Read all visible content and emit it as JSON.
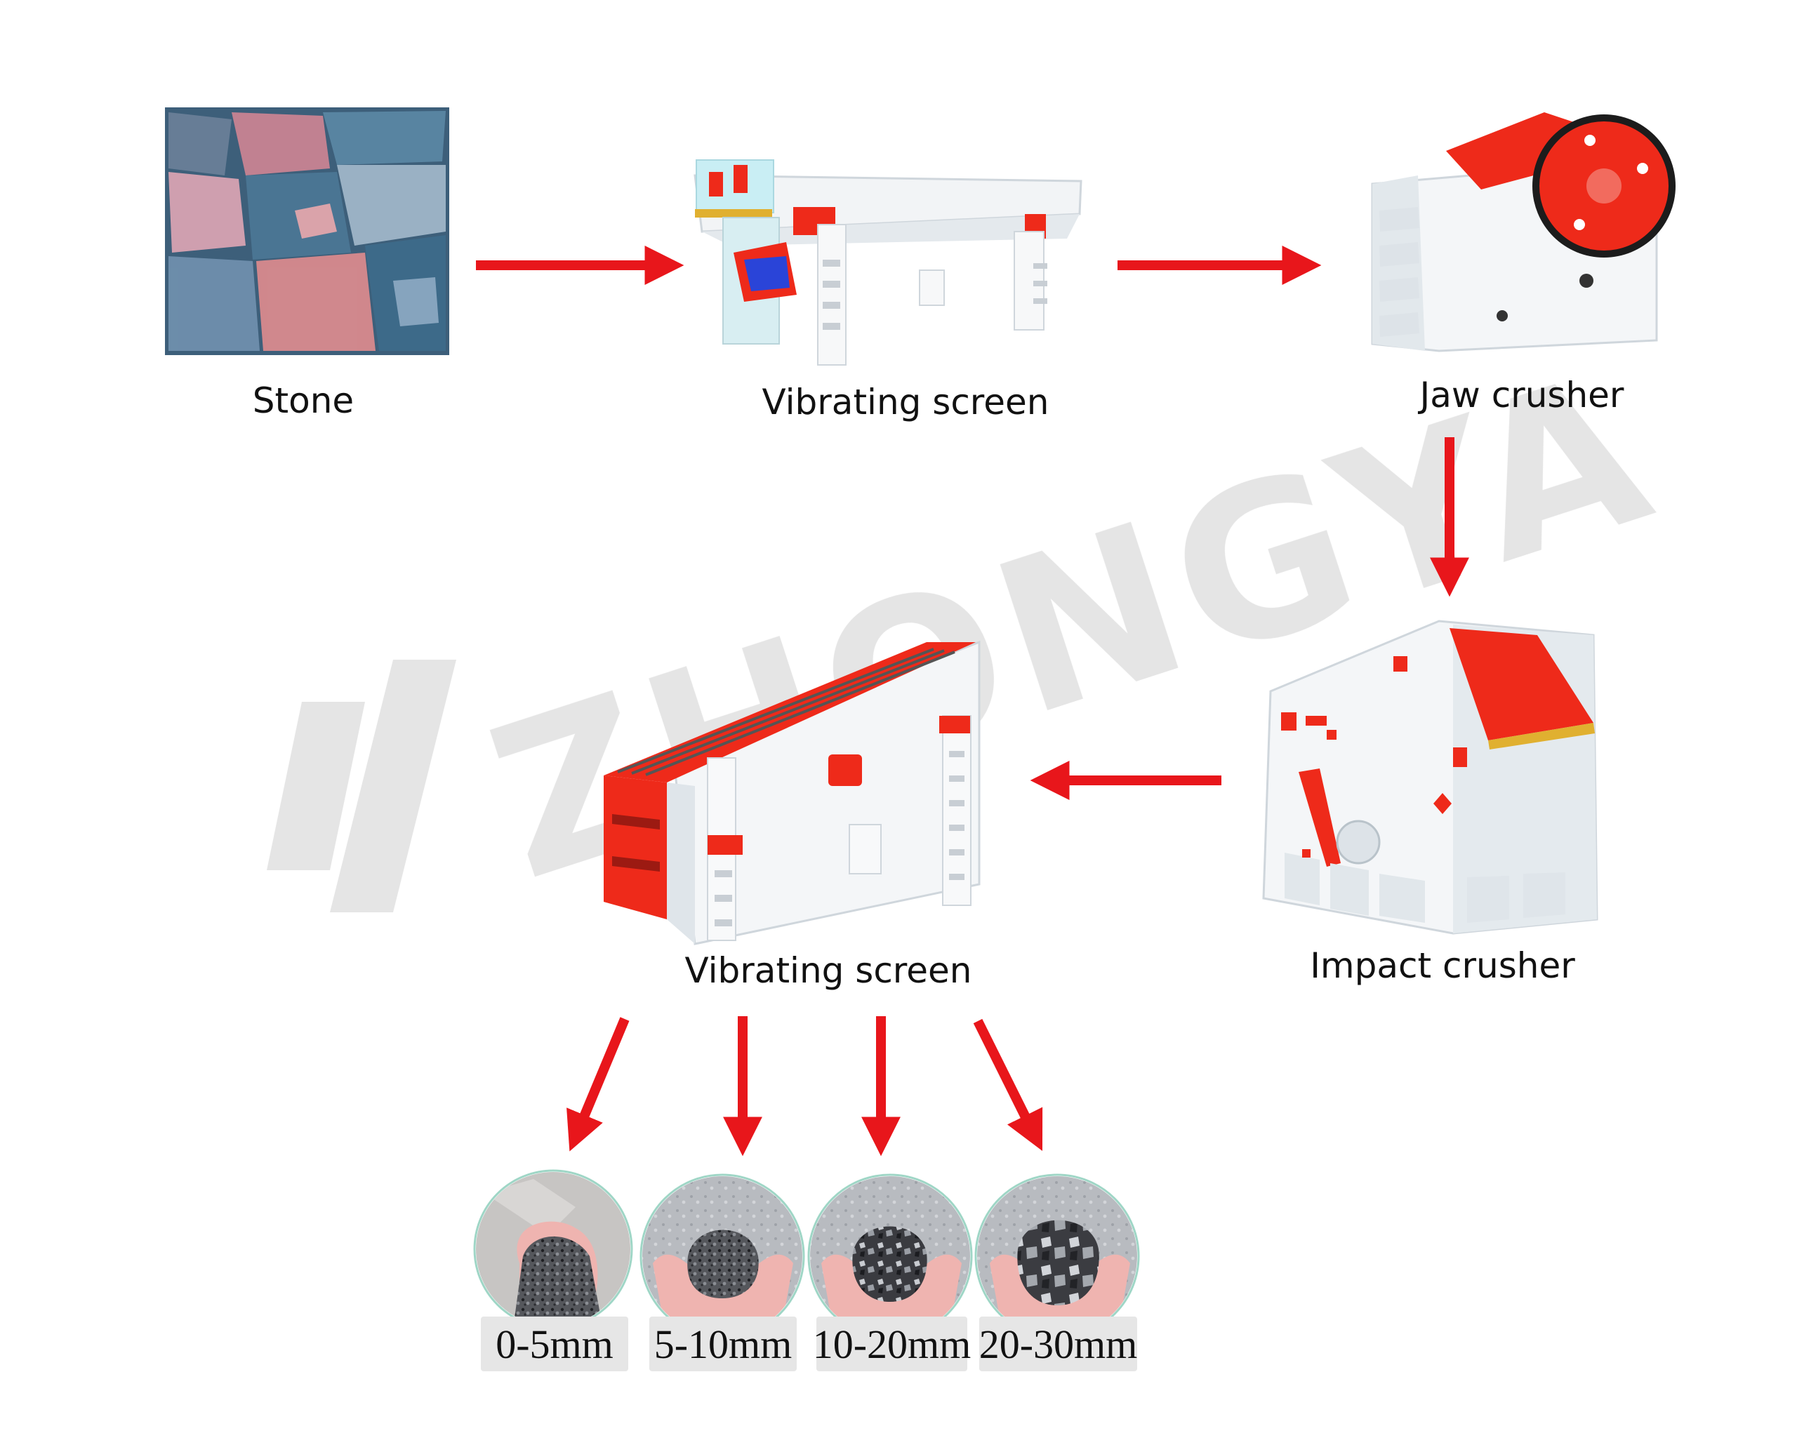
{
  "watermark": "ZHONGYA",
  "colors": {
    "arrow": "#e8161b",
    "machine_red": "#ee2a1a",
    "machine_white": "#f4f6f8",
    "machine_shadow": "#cfd6dc",
    "watermark": "#dedede",
    "stone_blue": "#3f6f8f",
    "stone_pink": "#d9848e",
    "gravel_dark": "#2e2f33",
    "gravel_light": "#b9bcc2",
    "hand_skin": "#efb4b0"
  },
  "steps": [
    {
      "id": "stone",
      "label": "Stone",
      "icon": "stone-photo"
    },
    {
      "id": "vibrating_screen_1",
      "label": "Vibrating screen",
      "icon": "vibrating-feeder-machine"
    },
    {
      "id": "jaw_crusher",
      "label": "Jaw crusher",
      "icon": "jaw-crusher-machine"
    },
    {
      "id": "impact_crusher",
      "label": "Impact crusher",
      "icon": "impact-crusher-machine"
    },
    {
      "id": "vibrating_screen_2",
      "label": "Vibrating screen",
      "icon": "vibrating-screen-machine"
    }
  ],
  "products": [
    {
      "label": "0-5mm",
      "icon": "sand-in-hand-photo"
    },
    {
      "label": "5-10mm",
      "icon": "fine-gravel-in-hand-photo"
    },
    {
      "label": "10-20mm",
      "icon": "medium-gravel-in-hand-photo"
    },
    {
      "label": "20-30mm",
      "icon": "coarse-gravel-in-hand-photo"
    }
  ]
}
